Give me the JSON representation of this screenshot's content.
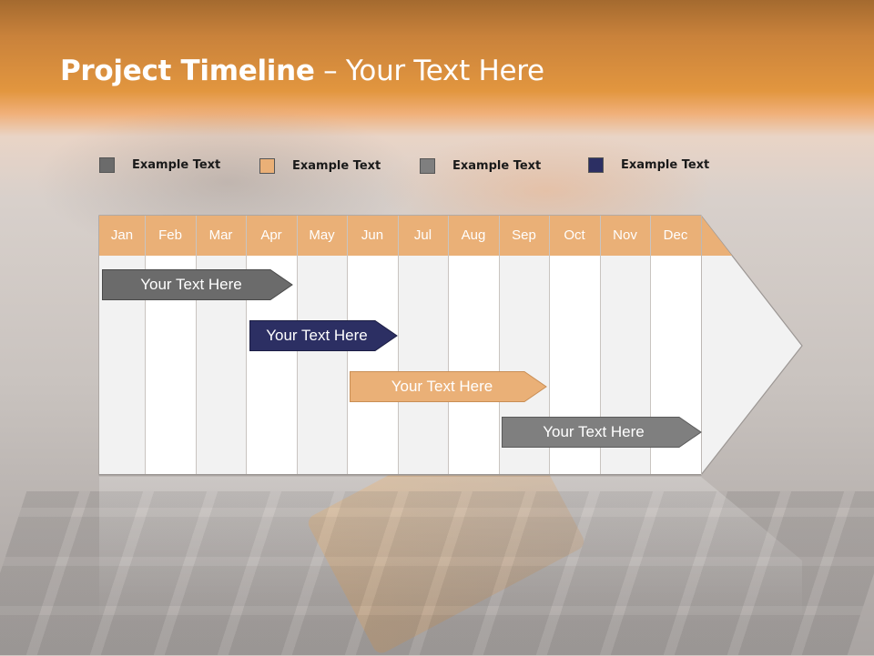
{
  "slide": {
    "title_bold": "Project Timeline",
    "title_rest": " – Your Text Here"
  },
  "legend": [
    {
      "label": "Example Text",
      "color": "#6b6b6b"
    },
    {
      "label": "Example Text",
      "color": "#eab077"
    },
    {
      "label": "Example Text",
      "color": "#7f7f7f"
    },
    {
      "label": "Example Text",
      "color": "#2c2f63"
    }
  ],
  "months": [
    "Jan",
    "Feb",
    "Mar",
    "Apr",
    "May",
    "Jun",
    "Jul",
    "Aug",
    "Sep",
    "Oct",
    "Nov",
    "Dec"
  ],
  "colors": {
    "header": "#eab077",
    "column_light": "#f2f2f2",
    "column_white": "#ffffff",
    "arrow_head": "#f2f2f2"
  },
  "bars": [
    {
      "label": "Your  Text Here",
      "color": "#6b6b6b"
    },
    {
      "label": "Your  Text Here",
      "color": "#2c2f63"
    },
    {
      "label": "Your  Text Here",
      "color": "#eab077"
    },
    {
      "label": "Your  Text Here",
      "color": "#7f7f7f"
    }
  ]
}
